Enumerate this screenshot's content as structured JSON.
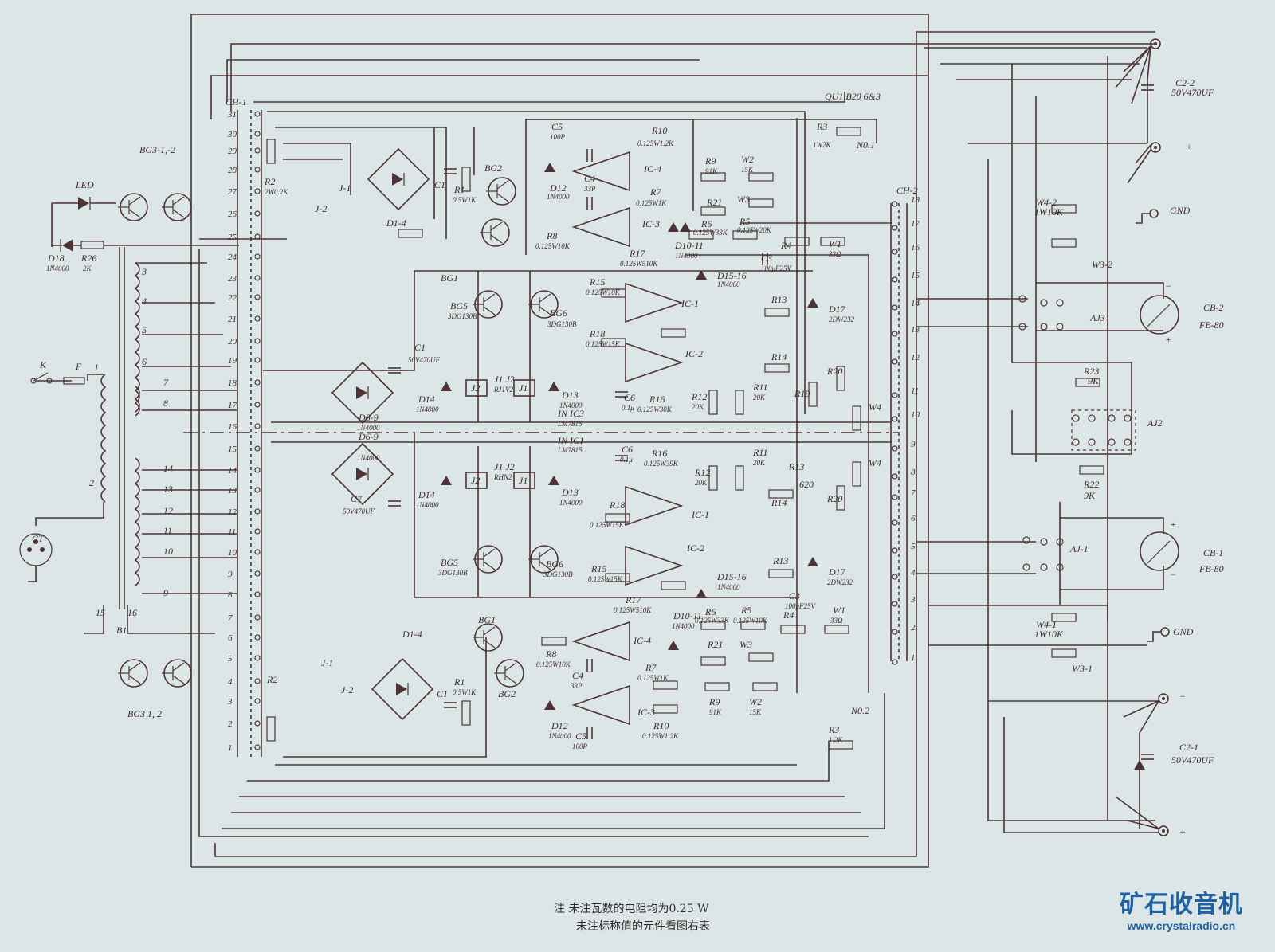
{
  "notes": {
    "line1": "注  未注瓦数的电阻均为0.25 W",
    "line2": "未注标称值的元件看图右表"
  },
  "watermark": {
    "title": "矿石收音机",
    "url": "www.crystalradio.cn"
  },
  "ch1_pins": [
    "31",
    "30",
    "29",
    "28",
    "27",
    "26",
    "25",
    "24",
    "23",
    "22",
    "21",
    "20",
    "19",
    "18",
    "17",
    "16",
    "15",
    "14",
    "13",
    "12",
    "11",
    "10",
    "9",
    "8",
    "7",
    "6",
    "5",
    "4",
    "3",
    "2",
    "1"
  ],
  "ch2_pins": [
    "18",
    "17",
    "16",
    "15",
    "14",
    "13",
    "12",
    "11",
    "10",
    "9",
    "8",
    "7",
    "6",
    "5",
    "4",
    "3",
    "2",
    "1"
  ],
  "labels": {
    "ch1": "CH-1",
    "ch2": "CH-2",
    "bg3top": "BG3-1,-2",
    "led": "LED",
    "d18": "D18",
    "d18v": "1N4000",
    "r26": "R26",
    "r26v": "2K",
    "r2top": "R2",
    "r2topv": "2W0.2K",
    "j1a": "J-1",
    "j2a": "J-2",
    "d14top": "D1-4",
    "c1top": "C1",
    "r1top": "R1",
    "r1topv": "0.5W1K",
    "bg2top": "BG2",
    "bg1top": "BG1",
    "c5": "C5",
    "c5v": "100P",
    "r10": "R10",
    "r10v": "0.125W1.2K",
    "d12": "D12",
    "d12v": "1N4000",
    "c4": "C4",
    "c4v": "33P",
    "ic4": "IC-4",
    "r7": "R7",
    "r7v": "0.125W1K",
    "ic3": "IC-3",
    "r8": "R8",
    "r8v": "0.125W10K",
    "r9": "R9",
    "r9v": "91K",
    "w2": "W2",
    "w2v": "15K",
    "r21": "R21",
    "w3": "W3",
    "r6": "R6",
    "r6v": "0.125W33K",
    "r5": "R5",
    "r5v": "0.125W20K",
    "d1011": "D10-11",
    "d1011v": "1N4000",
    "r4": "R4",
    "w1": "W1",
    "w1v": "33Ω",
    "c3": "C3",
    "c3v": "100μF25V",
    "r17": "R17",
    "r17v": "0.125W510K",
    "r3": "R3",
    "r3v": "1W2K",
    "no1": "N0.1",
    "qu1": "QU1.B20 6&3",
    "bg5": "BG5",
    "bg5v": "3DG130B",
    "bg6": "BG6",
    "bg6v": "3DG130B",
    "r15": "R15",
    "r15v": "0.125W10K",
    "ic1": "IC-1",
    "ic2": "IC-2",
    "r18": "R18",
    "r18v": "0.125W15K",
    "c1mid": "C1",
    "c1midv": "50V470UF",
    "d14": "D14",
    "d14v": "1N4000",
    "j2": "J2",
    "j1": "J1",
    "j12": "J1 J2",
    "j12v": "RJ1V2",
    "d13": "D13",
    "d13v": "1N4000",
    "c6": "C6",
    "c6v": "0.1μ",
    "r16": "R16",
    "r16v": "0.125W30K",
    "r12": "R12",
    "r12v": "20K",
    "r11": "R11",
    "r11v": "20K",
    "ic3reg": "IN IC3",
    "ic3regv": "LM7815",
    "d69": "D6-9",
    "d69v": "1N4000",
    "d1516": "D15-16",
    "d1516v": "1N4000",
    "d17": "D17",
    "d17v": "2DW232",
    "r13": "R13",
    "r14": "R14",
    "r19": "R19",
    "r20": "R20",
    "w4": "W4",
    "ic1reg": "IN IC1",
    "ic1regv": "LM7815",
    "c6b": "C6",
    "c6bv": "0.1μ",
    "r16b": "R16",
    "r16bv": "0.125W39K",
    "r12b": "R12",
    "r12bv": "20K",
    "r11b": "R11",
    "r11bv": "20K",
    "r13b": "R13",
    "r620": "620",
    "j2b": "J2",
    "j1b": "J1",
    "j12b": "J1 J2",
    "j12bv": "RHN2",
    "d69b": "D6-9",
    "d69bv": "1N4000",
    "c7": "C7",
    "c7v": "50V470UF",
    "d14b": "D14",
    "d14bv": "1N4000",
    "d13b": "D13",
    "d13bv": "1N4000",
    "r18b": "R18",
    "r18bv": "0.125W15K",
    "ic1b": "IC-1",
    "r14b": "R14",
    "r20b": "R20",
    "w4b": "W4",
    "bg5b": "BG5",
    "bg5bv": "3DG130B",
    "bg6b": "BG6",
    "bg6bv": "3DG130B",
    "r15b": "R15",
    "r15bv": "0.125W15K",
    "ic2b": "IC-2",
    "r13c": "R13",
    "d17b": "D17",
    "d17bv": "2DW232",
    "d1516b": "D15-16",
    "d1516bv": "1N4000",
    "r17b": "R17",
    "r17bv": "0.125W510K",
    "d1011b": "D10-11",
    "d1011bv": "1N4000",
    "r6b": "R6",
    "r6bv": "0.125W33K",
    "r5b": "R5",
    "r5bv": "0.125W10K",
    "r4b": "R4",
    "c3b": "C3",
    "c3bv": "100μF25V",
    "w1b": "W1",
    "w1bv": "33Ω",
    "r21b": "R21",
    "w3b": "W3",
    "bg1b": "BG1",
    "r8b": "R8",
    "r8bv": "0.125W10K",
    "ic4b": "IC-4",
    "c4b": "C4",
    "c4bv": "33P",
    "r7b": "R7",
    "r7bv": "0.125W1K",
    "d12b": "D12",
    "d12bv": "1N4000",
    "c5b": "C5",
    "c5bv": "100P",
    "ic3b": "IC-3",
    "r10b": "R10",
    "r10bv": "0.125W1.2K",
    "r9b": "R9",
    "r9bv": "91K",
    "w2b": "W2",
    "w2bv": "15K",
    "no2": "N0.2",
    "r3b": "R3",
    "r3bv": "1.2K",
    "d14bot": "D1-4",
    "j1bot": "J-1",
    "j2bot": "J-2",
    "c1bot": "C1",
    "r1bot": "R1",
    "r1botv": "0.5W1K",
    "bg2bot": "BG2",
    "bg3bot": "BG3 1, 2",
    "r2bot": "R2",
    "k": "K",
    "f": "F",
    "ct": "CT",
    "b1": "B1",
    "tn1": "1",
    "tn2": "2",
    "tn3": "3",
    "tn4": "4",
    "tn5": "5",
    "tn6": "6",
    "tn7": "7",
    "tn8": "8",
    "tn9": "9",
    "tn10": "10",
    "tn11": "11",
    "tn12": "12",
    "tn13": "13",
    "tn14": "14",
    "tn15": "15",
    "tn16": "16",
    "c22": "C2-2",
    "c22v": "50V470UF",
    "plus1": "+",
    "gnd1": "GND",
    "w42": "W4-2",
    "w42v": "1W10K",
    "w32": "W3-2",
    "aj3": "AJ3",
    "cb2": "CB-2",
    "cb2v": "FB-80",
    "minus2": "−",
    "plus2": "+",
    "r23": "R23",
    "r23v": "9K",
    "aj2": "AJ2",
    "r22": "R22",
    "r22v": "9K",
    "aj1": "AJ-1",
    "cb1": "CB-1",
    "cb1v": "FB-80",
    "plus3": "+",
    "minus3": "−",
    "w41": "W4-1",
    "w41v": "1W10K",
    "gnd2": "GND",
    "w31": "W3-1",
    "minus4": "−",
    "c21": "C2-1",
    "c21v": "50V470UF",
    "plus4": "+"
  },
  "colors": {
    "paper": "#dde6e7",
    "ink": "#4d3336",
    "watermark": "#1f62a3"
  }
}
